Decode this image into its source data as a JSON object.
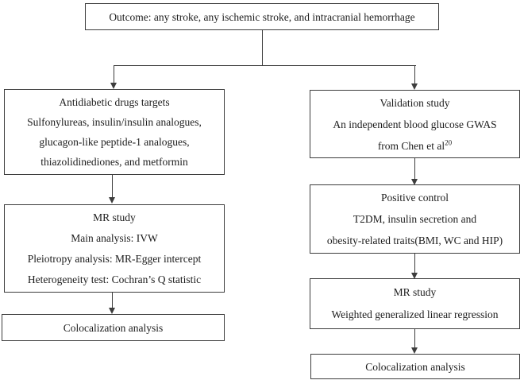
{
  "figure": {
    "type": "flowchart",
    "background_color": "#ffffff",
    "line_color": "#3d3d3d",
    "text_color": "#1c1c1c"
  },
  "outcome_box": {
    "text": "Outcome: any stroke, any ischemic stroke, and intracranial hemorrhage"
  },
  "left_branch": {
    "drug_targets_box": {
      "lines": [
        "Antidiabetic drugs targets",
        "Sulfonylureas, insulin/insulin analogues,",
        "glucagon-like peptide-1 analogues,",
        "thiazolidinediones, and metformin"
      ]
    },
    "mr_study_box": {
      "lines": [
        "MR study",
        "Main analysis: IVW",
        "Pleiotropy analysis: MR-Egger intercept",
        "Heterogeneity test: Cochran’s Q statistic"
      ]
    },
    "colocalization_box": {
      "text": "Colocalization analysis"
    }
  },
  "right_branch": {
    "validation_box": {
      "lines": [
        "Validation study",
        "An independent blood glucose GWAS"
      ],
      "citation_text": "from Chen et al",
      "citation_superscript": "20"
    },
    "positive_control_box": {
      "lines": [
        "Positive control",
        "T2DM, insulin secretion and",
        "obesity-related traits(BMI, WC and HIP)"
      ]
    },
    "mr_study_box": {
      "lines": [
        "MR study",
        "Weighted generalized linear regression"
      ]
    },
    "colocalization_box": {
      "text": "Colocalization analysis"
    }
  }
}
